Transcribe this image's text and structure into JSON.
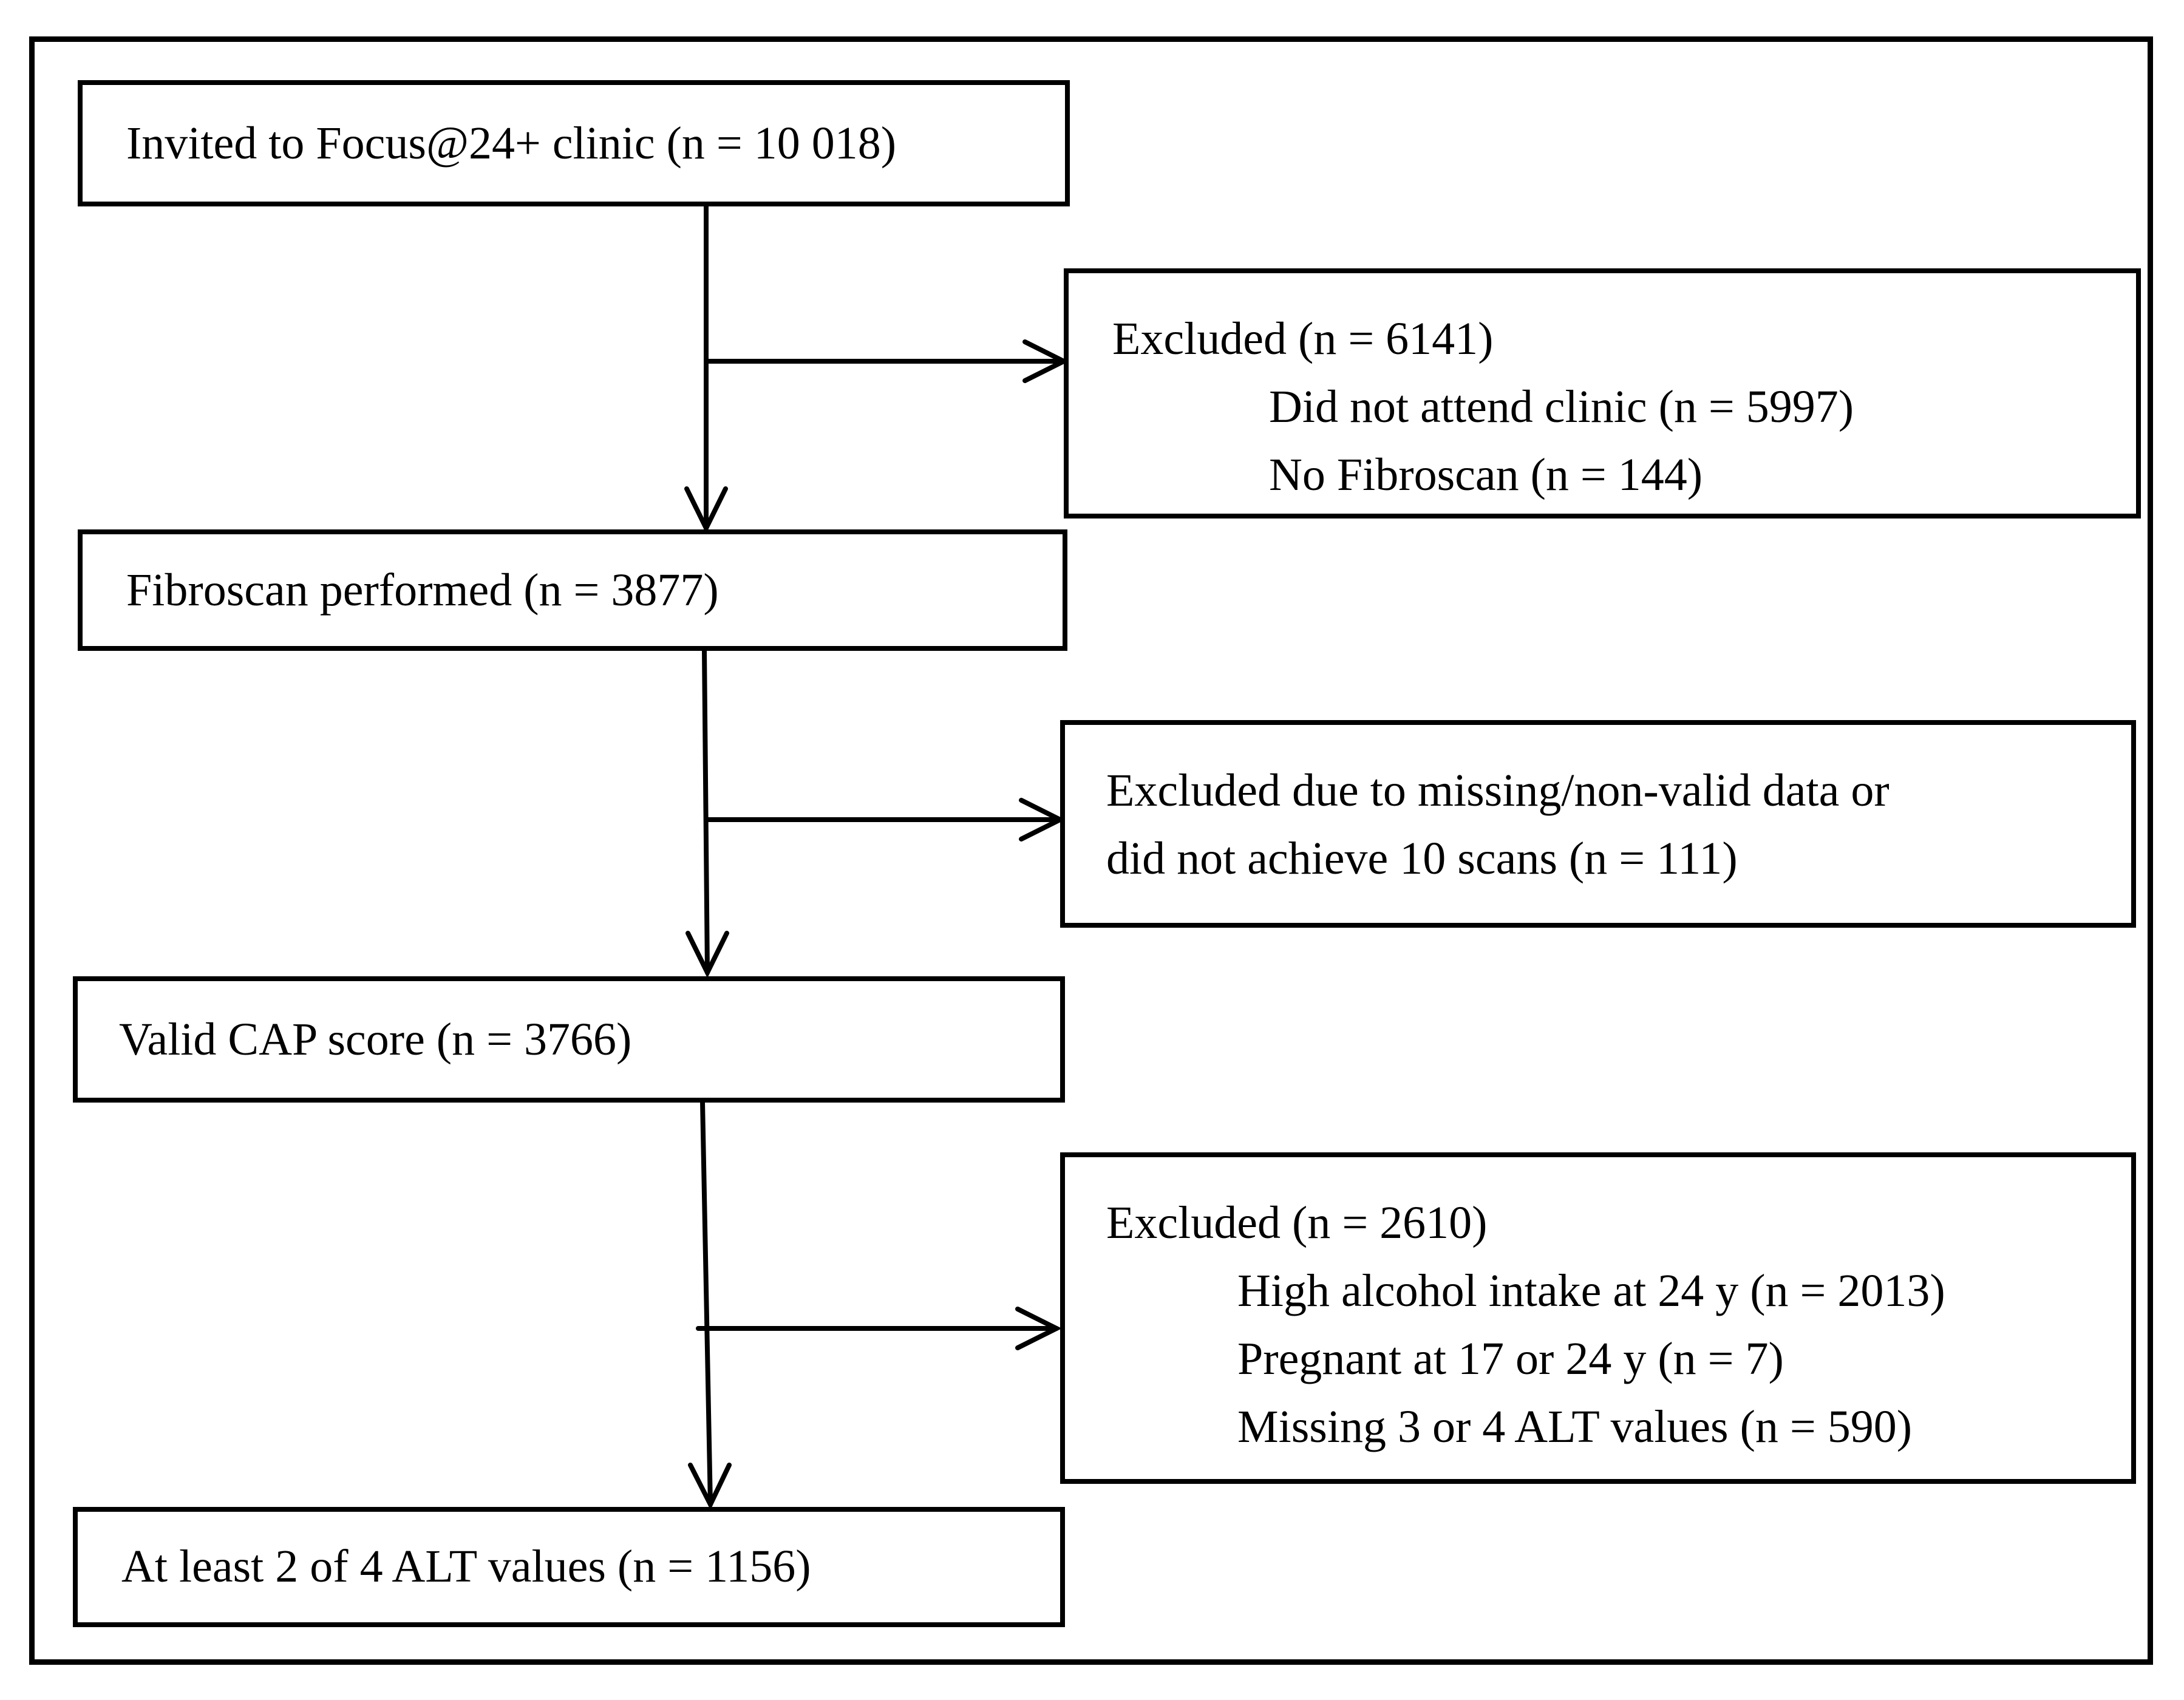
{
  "flowchart": {
    "boxes": {
      "invited": {
        "text": "Invited to Focus@24+ clinic (n = 10 018)"
      },
      "excluded1": {
        "title": "Excluded (n = 6141)",
        "items": [
          "Did not attend clinic (n = 5997)",
          "No Fibroscan (n = 144)"
        ]
      },
      "fibroscan": {
        "text": "Fibroscan performed (n = 3877)"
      },
      "excluded2": {
        "lines": [
          "Excluded due to missing/non-valid data or",
          "did not achieve 10 scans (n = 111)"
        ]
      },
      "valid_cap": {
        "text": "Valid CAP score (n = 3766)"
      },
      "excluded3": {
        "title": "Excluded (n = 2610)",
        "items": [
          "High alcohol intake at 24 y (n = 2013)",
          "Pregnant at 17 or 24 y (n = 7)",
          "Missing 3 or 4 ALT values (n = 590)"
        ]
      },
      "final": {
        "text": "At least 2 of 4 ALT values (n = 1156)"
      }
    }
  }
}
